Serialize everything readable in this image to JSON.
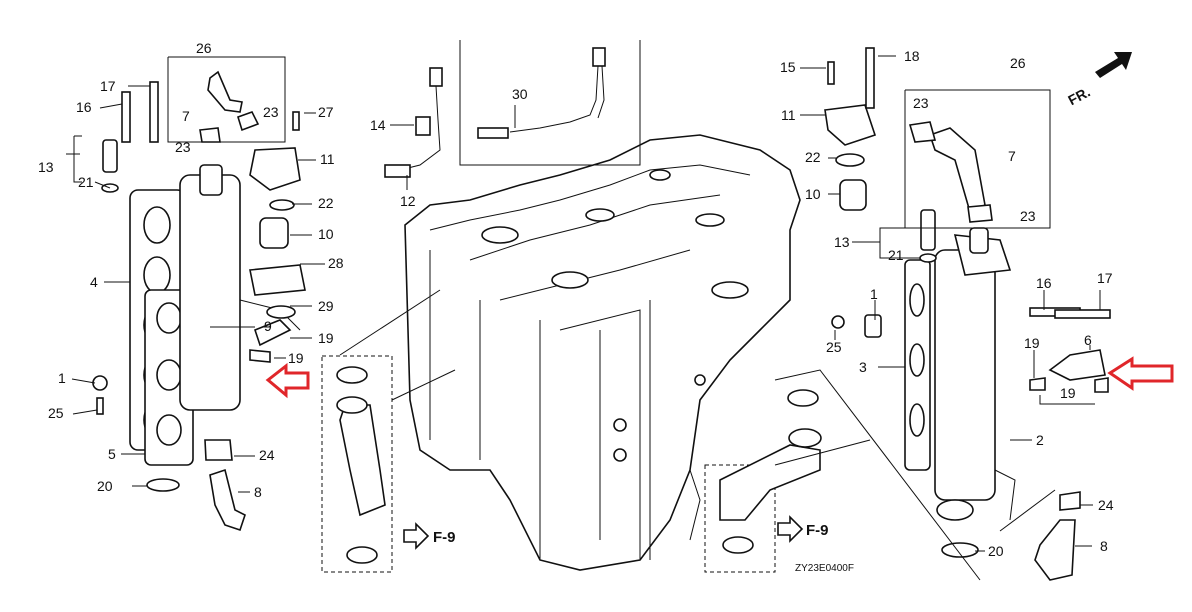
{
  "diagram_code": "ZY23E0400F",
  "front_label": "FR.",
  "ref_labels": {
    "left": "F-9",
    "right": "F-9"
  },
  "callouts": {
    "c1": "1",
    "c3": "3",
    "c2": "2",
    "c4": "4",
    "c5": "5",
    "c6": "6",
    "c7": "7",
    "c7b": "7",
    "c8": "8",
    "c8b": "8",
    "c9": "9",
    "c10": "10",
    "c10b": "10",
    "c11": "11",
    "c11b": "11",
    "c12": "12",
    "c13": "13",
    "c13b": "13",
    "c14": "14",
    "c15": "15",
    "c16": "16",
    "c16b": "16",
    "c17": "17",
    "c17b": "17",
    "c18": "18",
    "c19a": "19",
    "c19b": "19",
    "c19c": "19",
    "c19d": "19",
    "c20": "20",
    "c20b": "20",
    "c21": "21",
    "c21b": "21",
    "c22": "22",
    "c22b": "22",
    "c23a": "23",
    "c23b": "23",
    "c23c": "23",
    "c23d": "23",
    "c24": "24",
    "c24b": "24",
    "c25": "25",
    "c25b": "25",
    "c26": "26",
    "c26b": "26",
    "c27": "27",
    "c28": "28",
    "c29": "29",
    "c30": "30",
    "c1b": "1"
  },
  "highlight_color": "#e0262a"
}
